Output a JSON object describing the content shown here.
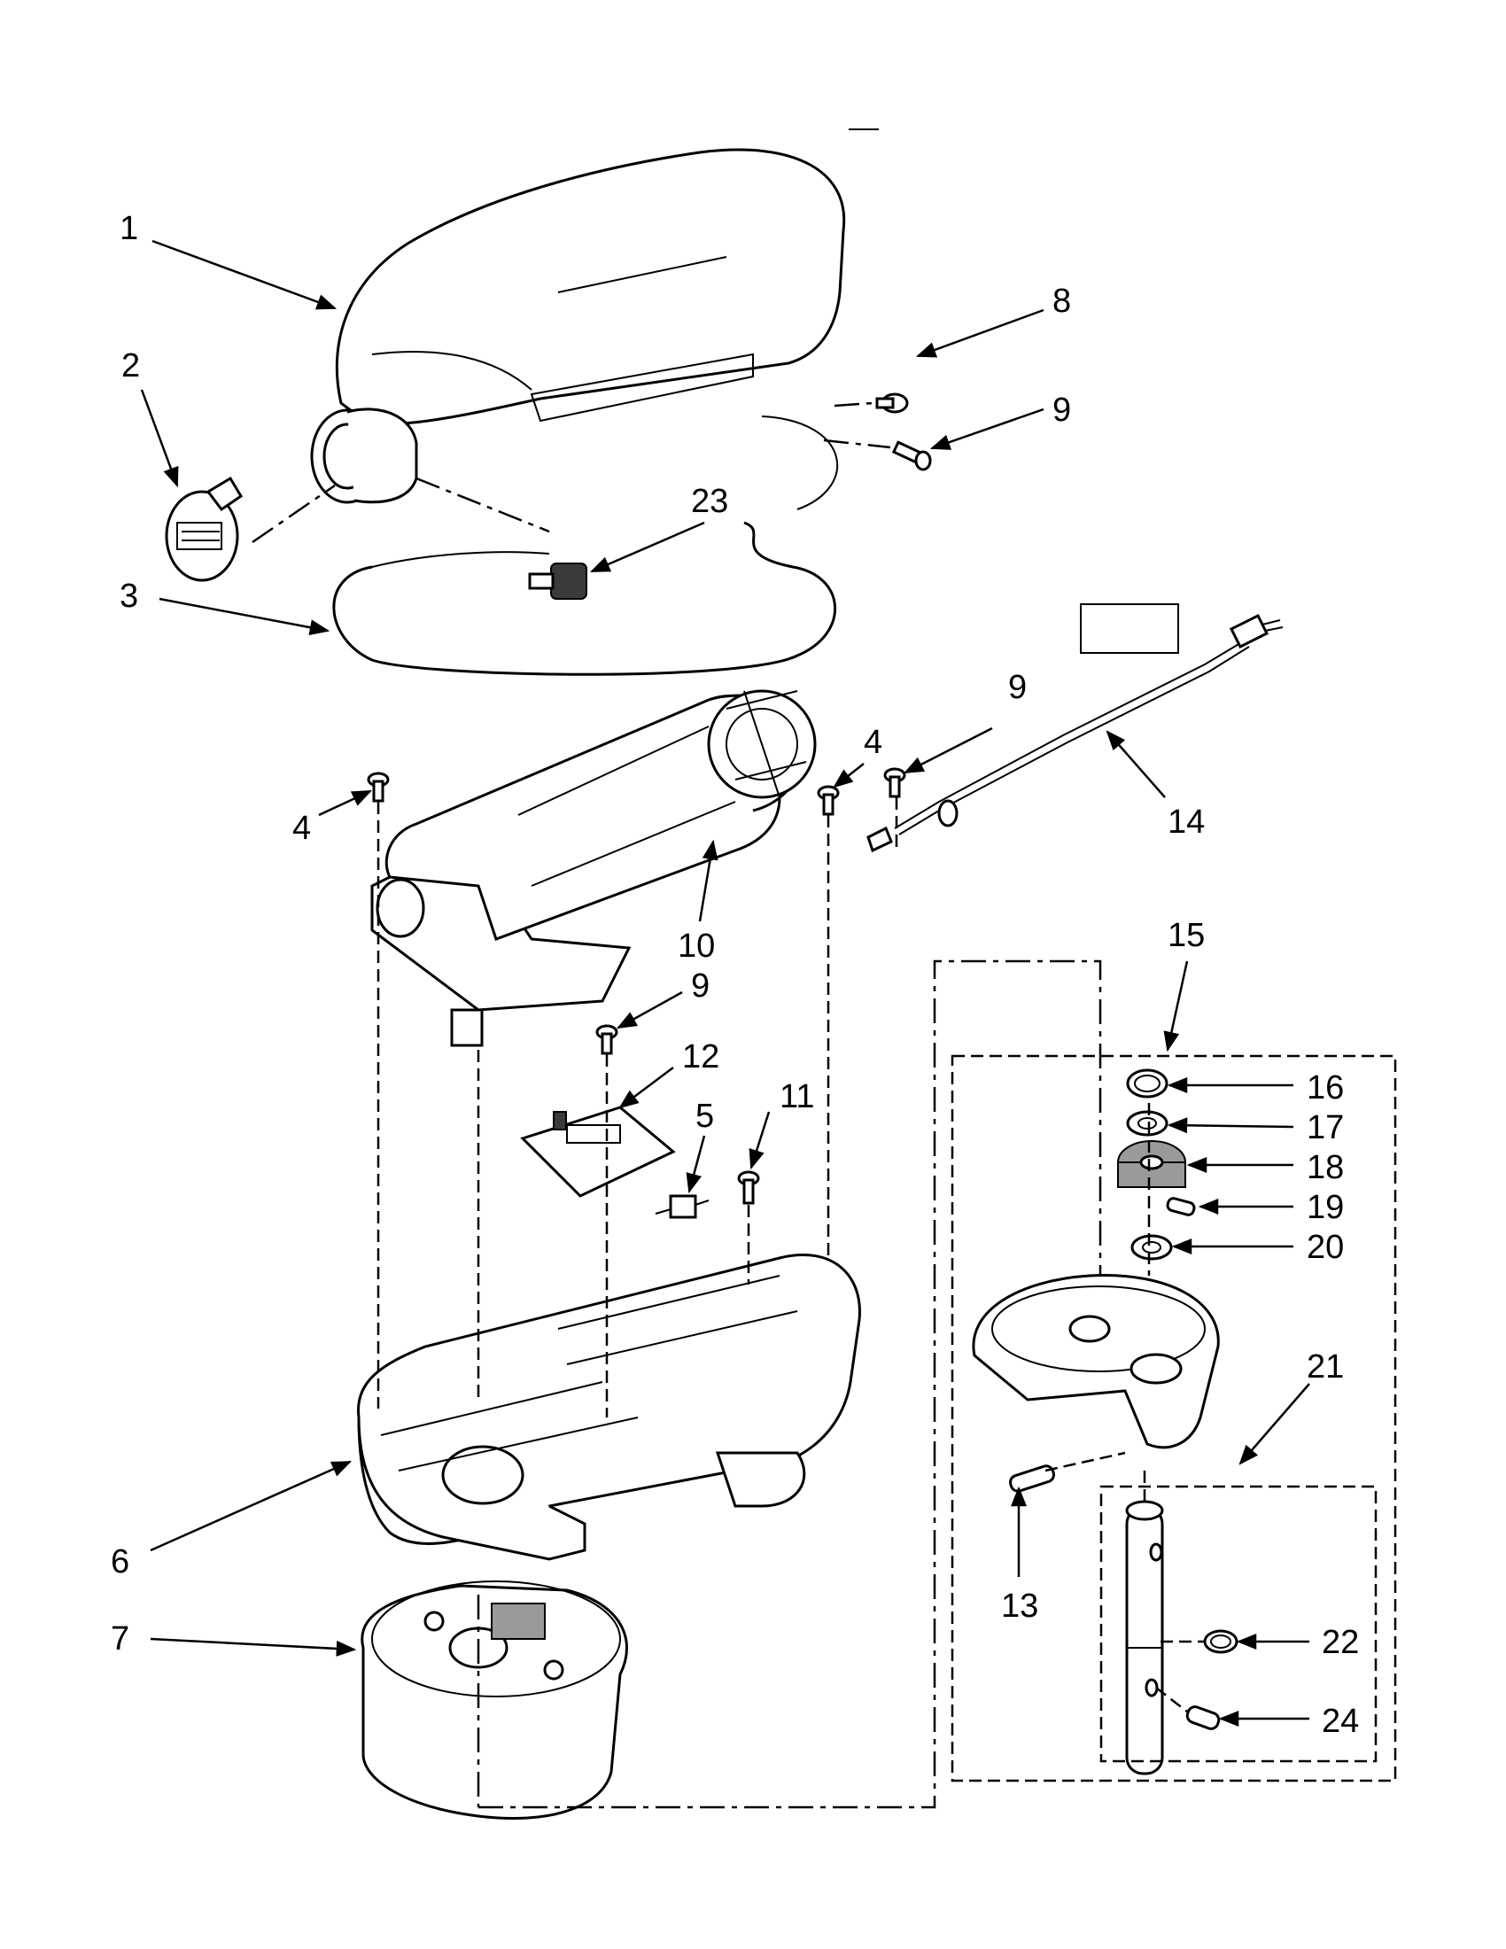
{
  "colors": {
    "ink": "#000000",
    "paper": "#ffffff",
    "shade": "#9a9a9a"
  },
  "callouts": [
    {
      "id": "c1",
      "label": "1"
    },
    {
      "id": "c2",
      "label": "2"
    },
    {
      "id": "c3",
      "label": "3"
    },
    {
      "id": "c4a",
      "label": "4"
    },
    {
      "id": "c4b",
      "label": "4"
    },
    {
      "id": "c5",
      "label": "5"
    },
    {
      "id": "c6",
      "label": "6"
    },
    {
      "id": "c7",
      "label": "7"
    },
    {
      "id": "c8",
      "label": "8"
    },
    {
      "id": "c9a",
      "label": "9"
    },
    {
      "id": "c9b",
      "label": "9"
    },
    {
      "id": "c9c",
      "label": "9"
    },
    {
      "id": "c10",
      "label": "10"
    },
    {
      "id": "c11",
      "label": "11"
    },
    {
      "id": "c12",
      "label": "12"
    },
    {
      "id": "c13",
      "label": "13"
    },
    {
      "id": "c14",
      "label": "14"
    },
    {
      "id": "c15",
      "label": "15"
    },
    {
      "id": "c16",
      "label": "16"
    },
    {
      "id": "c17",
      "label": "17"
    },
    {
      "id": "c18",
      "label": "18"
    },
    {
      "id": "c19",
      "label": "19"
    },
    {
      "id": "c20",
      "label": "20"
    },
    {
      "id": "c21",
      "label": "21"
    },
    {
      "id": "c22",
      "label": "22"
    },
    {
      "id": "c23",
      "label": "23"
    },
    {
      "id": "c24",
      "label": "24"
    }
  ]
}
